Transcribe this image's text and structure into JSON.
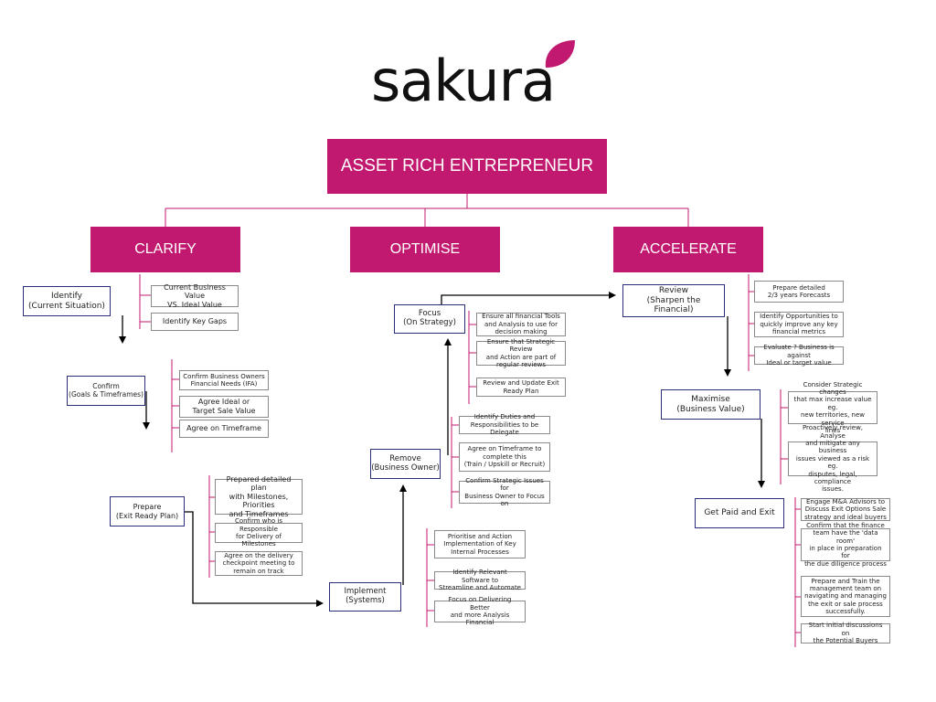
{
  "brand": {
    "logo_text": "sakura",
    "accent_color": "#c0196f",
    "border_color": "#2a2f7a"
  },
  "title": "ASSET RICH ENTREPRENEUR",
  "categories": {
    "clarify": "CLARIFY",
    "optimise": "OPTIMISE",
    "accelerate": "ACCELERATE"
  },
  "clarify": {
    "identify": {
      "label": "Identify\n(Current Situation)",
      "items": [
        "Current Business Value\nVS. Ideal Value",
        "Identify Key Gaps"
      ]
    },
    "confirm": {
      "label": "Confirm\n(Goals & Timeframes)",
      "items": [
        "Confirm Business Owners\nFinancial Needs (IFA)",
        "Agree Ideal or\nTarget Sale Value",
        "Agree on Timeframe"
      ]
    },
    "prepare": {
      "label": "Prepare\n(Exit Ready Plan)",
      "items": [
        "Prepared detailed plan\nwith Milestones, Priorities\nand Timeframes",
        "Confirm who is Responsible\nfor Delivery of Milestones",
        "Agree on the delivery\ncheckpoint meeting to\nremain on track"
      ]
    }
  },
  "optimise": {
    "focus": {
      "label": "Focus\n(On Strategy)",
      "items": [
        "Ensure all financial Tools\nand Analysis to use for\ndecision making",
        "Ensure that Strategic Review\nand Action are part of\nregular reviews",
        "Review and Update Exit\nReady Plan"
      ]
    },
    "remove": {
      "label": "Remove\n(Business Owner)",
      "items": [
        "Identify Duties and\nResponsibilities to be Delegate",
        "Agree on Timeframe to\ncomplete this\n(Train / Upskill or Recruit)",
        "Confirm Strategic Issues for\nBusiness Owner to Focus on"
      ]
    },
    "implement": {
      "label": "Implement\n(Systems)",
      "items": [
        "Prioritise and Action\nImplementation of Key\nInternal Processes",
        "Identify Relevant Software to\nStreamline and Automate",
        "Focus on Delivering Better\nand more Analysis Financial"
      ]
    }
  },
  "accelerate": {
    "review": {
      "label": "Review\n(Sharpen the\nFinancial)",
      "items": [
        "Prepare detailed\n2/3 years Forecasts",
        "Identify Opportunities to\nquickly improve any key\nfinancial metrics",
        "Evaluate ? Business is against\nIdeal or target value"
      ]
    },
    "maximise": {
      "label": "Maximise\n(Business Value)",
      "items": [
        "Consider Strategic changes\nthat max increase value eg.\nnew territories, new service\nlines",
        "Proactively review, Analyse\nand mitigate any business\nissues viewed as a risk eg.\ndisputes, legal, compliance\nissues."
      ]
    },
    "exit": {
      "label": "Get Paid and Exit",
      "items": [
        "Engage M&A Advisors to\nDiscuss Exit Options Sale\nstrategy and ideal buyers",
        "Confirm that the finance\nteam have the 'data room'\nin place in preparation for\nthe due diligence process",
        "Prepare and Train the\nmanagement team on\nnavigating and managing\nthe exit or sale process\nsuccessfully.",
        "Start initial discussions on\nthe Potential Buyers"
      ]
    }
  }
}
